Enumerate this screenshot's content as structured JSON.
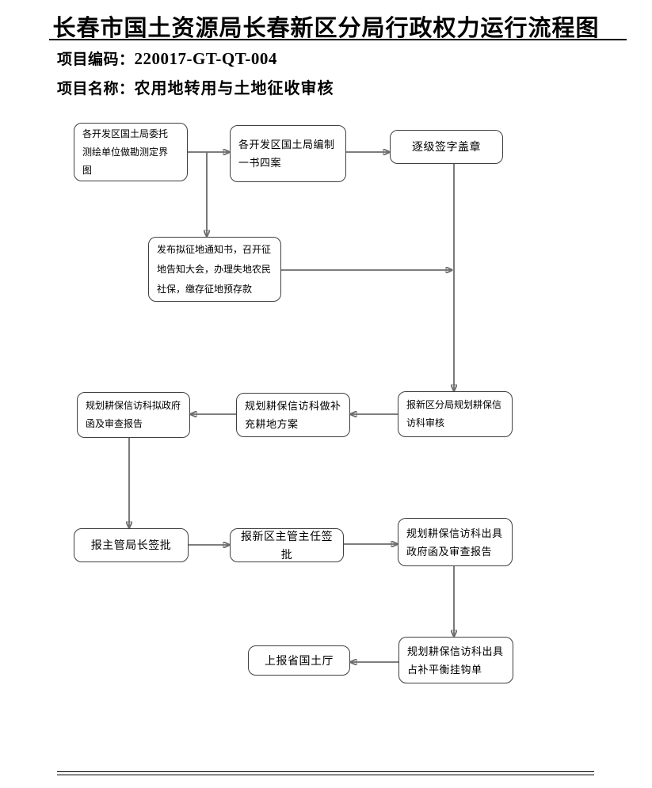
{
  "header": {
    "title": "长春市国土资源局长春新区分局行政权力运行流程图",
    "project_code_label": "项目编码：",
    "project_code_value": "220017-GT-QT-004",
    "project_name_label": "项目名称：",
    "project_name_value": "农用地转用与土地征收审核"
  },
  "flowchart": {
    "nodes": [
      {
        "id": "entrust-survey",
        "text": "各开发区国土局委托\n测绘单位做勘测定界\n图"
      },
      {
        "id": "compile-documents",
        "text": "各开发区国土局编制\n一书四案"
      },
      {
        "id": "sign-seal",
        "text": "逐级签字盖章"
      },
      {
        "id": "publish-notice",
        "text": "发布拟征地通知书，召开征\n地告知大会，办理失地农民\n社保，缴存征地预存款"
      },
      {
        "id": "branch-review",
        "text": "报新区分局规划耕保信\n访科审核"
      },
      {
        "id": "supplement-plan",
        "text": "规划耕保信访科做补\n充耕地方案"
      },
      {
        "id": "draft-letter",
        "text": "规划耕保信访科拟政府\n函及审查报告"
      },
      {
        "id": "bureau-chief-sign",
        "text": "报主管局长签批"
      },
      {
        "id": "director-sign",
        "text": "报新区主管主任签批"
      },
      {
        "id": "issue-letter",
        "text": "规划耕保信访科出具\n政府函及审查报告"
      },
      {
        "id": "balance-sheet",
        "text": "规划耕保信访科出具\n占补平衡挂钩单"
      },
      {
        "id": "report-province",
        "text": "上报省国土厅"
      }
    ]
  },
  "colors": {
    "line": "#6b6b6b",
    "arrowhead": "#000000",
    "box_border": "#3f3f3f",
    "text": "#000000",
    "background": "#ffffff"
  }
}
